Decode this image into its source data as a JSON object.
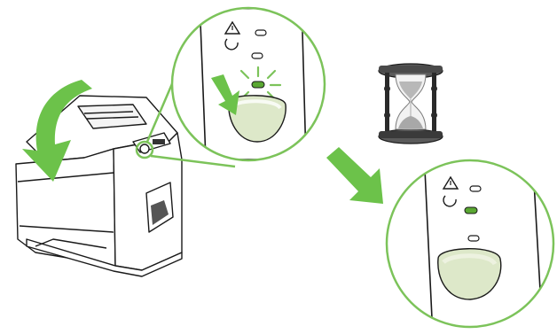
{
  "diagram": {
    "steps": [
      {
        "id": "close-door",
        "description": ""
      },
      {
        "id": "ready-light-blinking",
        "description": ""
      },
      {
        "id": "wait",
        "description": ""
      },
      {
        "id": "ready-light-solid",
        "description": ""
      }
    ],
    "colors": {
      "arrow_green": "#6cc24a",
      "callout_green": "#7cc35a",
      "button_fill": "#dde8c9",
      "button_fill_light": "#eef3e2",
      "light_green": "#5aa832",
      "line": "#1a1a1a",
      "printer_body": "#ffffff",
      "glass_wood": "#3a3a3a",
      "sand": "#b8b8b8"
    },
    "icons": [
      "warning-icon",
      "power-icon",
      "hourglass-icon",
      "arrow-icon",
      "hand-pointer-icon"
    ]
  }
}
